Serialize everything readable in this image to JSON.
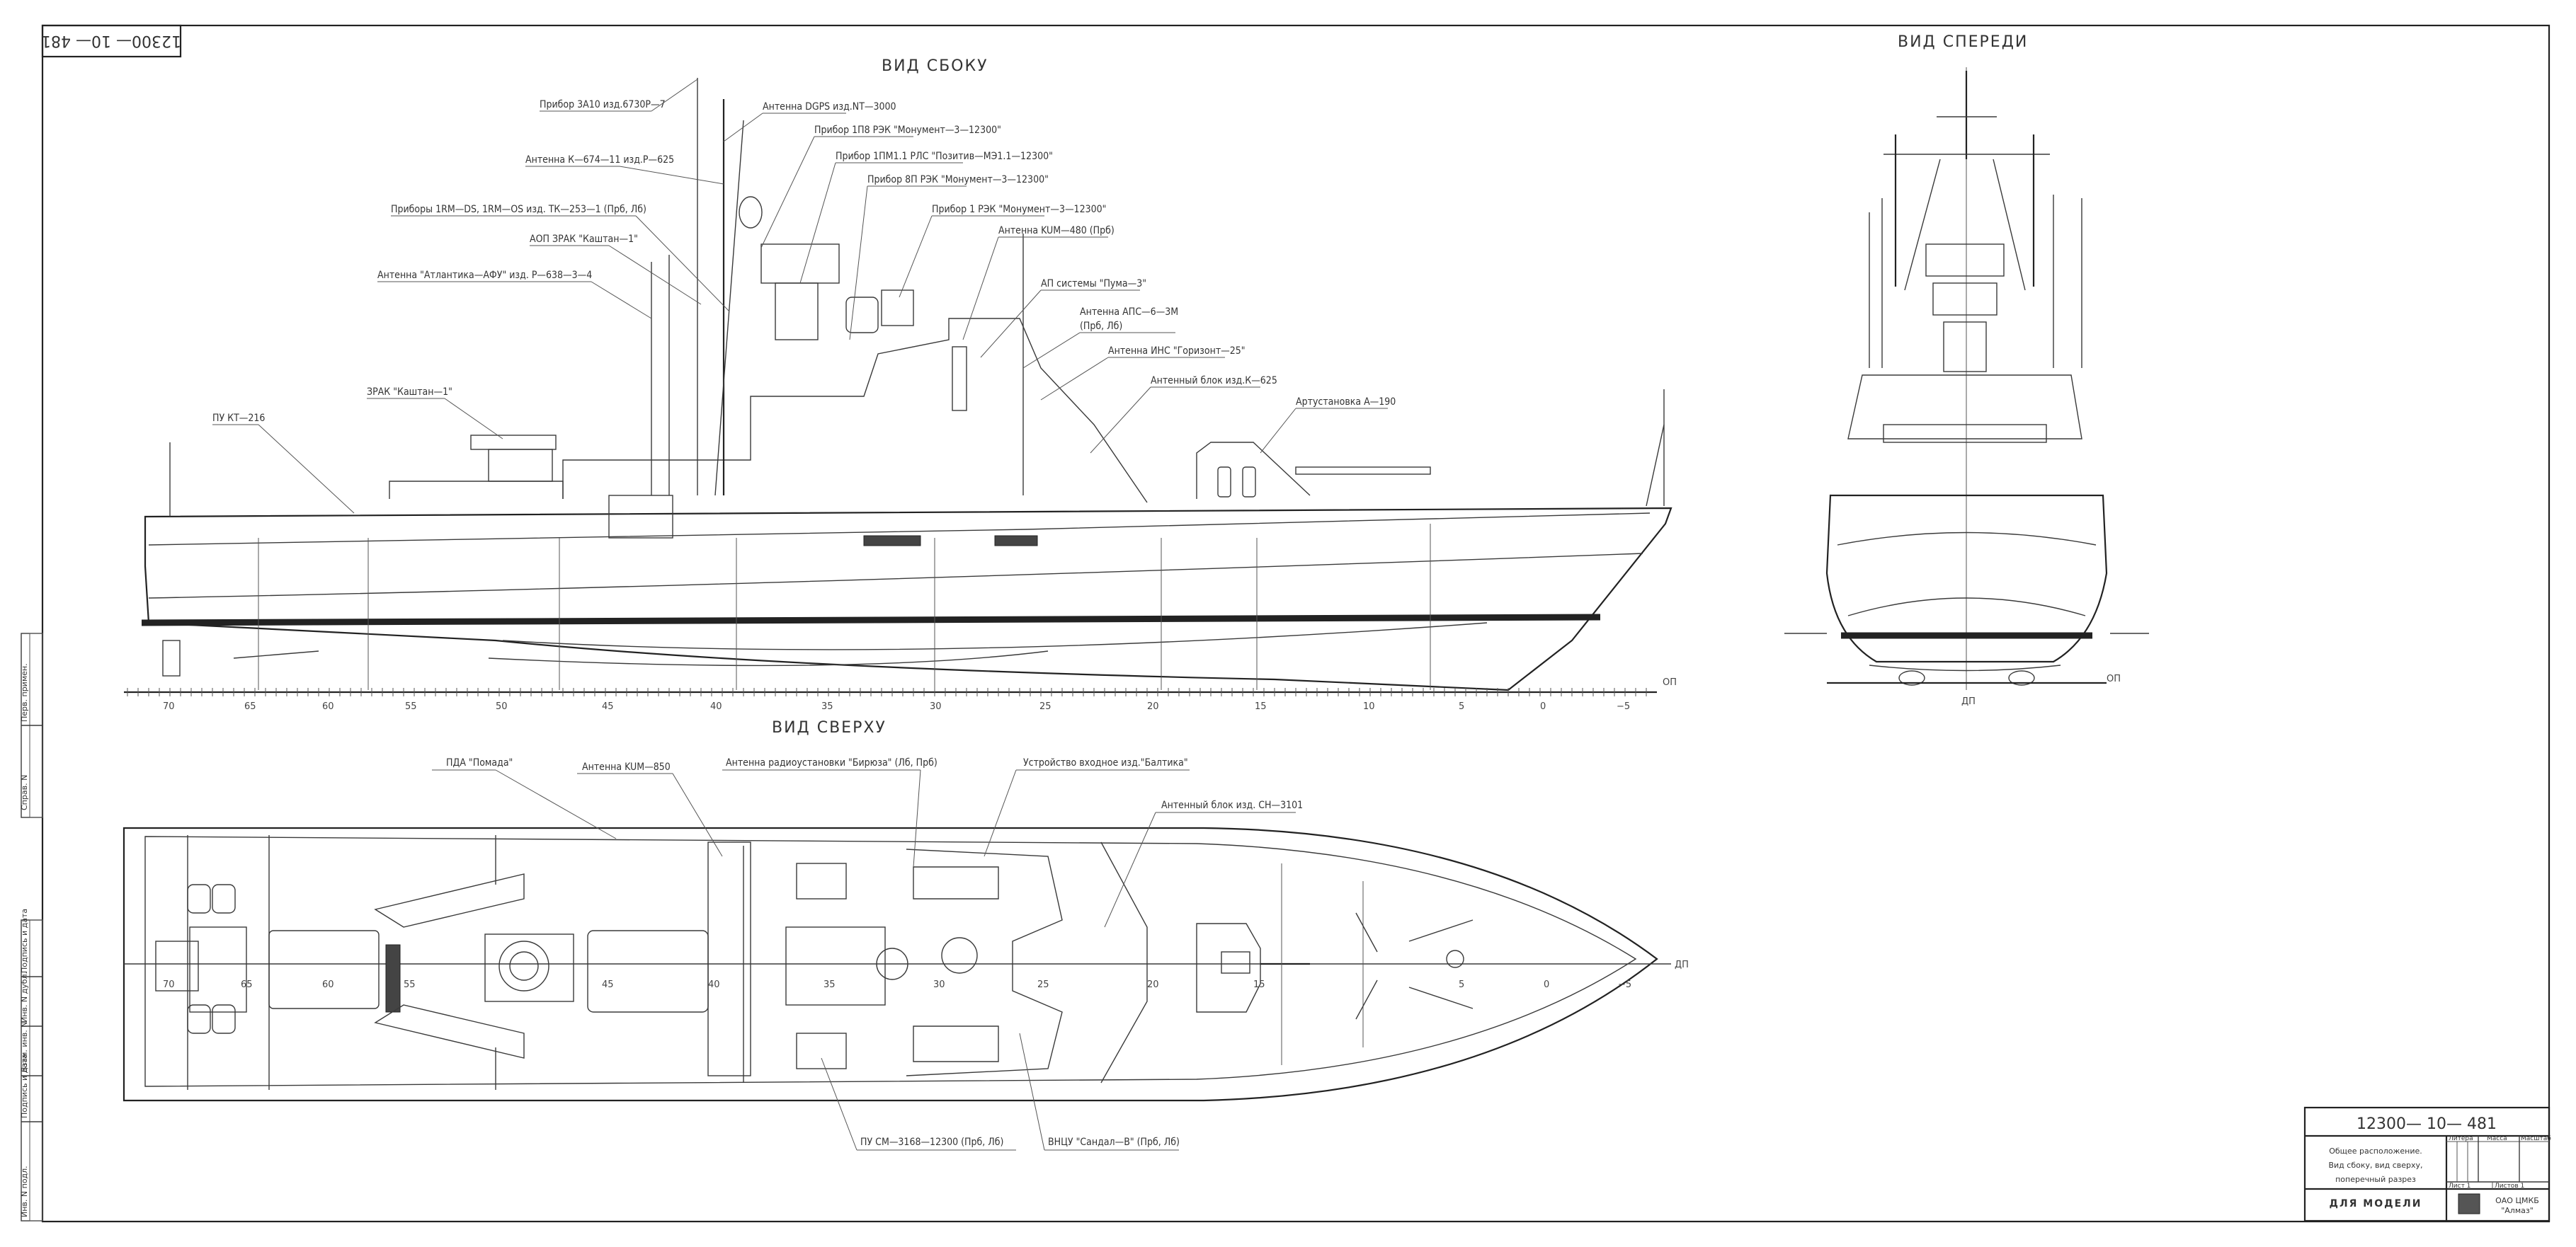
{
  "drawing": {
    "number": "12300— 10— 481",
    "number_rotated": "12300— 10— 481"
  },
  "views": {
    "side": "ВИД  СБОКУ",
    "front": "ВИД  СПЕРЕДИ",
    "top": "ВИД  СВЕРХУ"
  },
  "side_callouts": [
    "Прибор 3А10 изд.6730Р—7",
    "Антенна DGPS изд.NT—3000",
    "Прибор 1П8 РЭК \"Монумент—3—12300\"",
    "Антенна К—674—11 изд.Р—625",
    "Прибор 1ПМ1.1 РЛС \"Позитив—МЭ1.1—12300\"",
    "Прибор 8П РЭК \"Монумент—3—12300\"",
    "Приборы 1RM—DS, 1RM—OS изд. ТК—253—1 (Прб, Лб)",
    "Прибор 1 РЭК \"Монумент—3—12300\"",
    "АОП ЗРАК \"Каштан—1\"",
    "Антенна KUM—480 (Прб)",
    "Антенна \"Атлантика—АФУ\" изд. Р—638—3—4",
    "АП системы \"Пума—3\"",
    "Антенна АПС—6—3М",
    "(Прб, Лб)",
    "Антенна ИНС \"Горизонт—25\"",
    "ЗРАК \"Каштан—1\"",
    "Антенный блок изд.К—625",
    "ПУ КТ—216",
    "Артустановка А—190"
  ],
  "top_callouts": [
    "ПДА \"Помада\"",
    "Антенна KUM—850",
    "Антенна радиоустановки \"Бирюза\" (Лб, Прб)",
    "Устройство входное изд.\"Балтика\"",
    "Антенный блок изд. СН—3101",
    "ПУ СМ—3168—12300 (Прб, Лб)",
    "ВНЦУ \"Сандал—В\" (Прб, Лб)"
  ],
  "scale_ticks": [
    "70",
    "65",
    "60",
    "55",
    "50",
    "45",
    "40",
    "35",
    "30",
    "25",
    "20",
    "15",
    "10",
    "5",
    "0",
    "−5"
  ],
  "plan_frame_labels": [
    "70",
    "65",
    "60",
    "55",
    "45",
    "40",
    "35",
    "30",
    "25",
    "20",
    "15",
    "5",
    "0",
    "−5"
  ],
  "markers": {
    "op_side": "ОП",
    "op_front": "ОП",
    "dp_front": "ДП",
    "dp_top": "ДП"
  },
  "title_block": {
    "number": "12300— 10— 481",
    "desc_line1": "Общее расположение.",
    "desc_line2": "Вид сбоку, вид сверху,",
    "desc_line3": "поперечный разрез",
    "purpose": "ДЛЯ  МОДЕЛИ",
    "col_litera": "Литера",
    "col_massa": "Масса",
    "col_masshtab": "Масштаб",
    "sheet": "Лист  1",
    "sheets": "Листов  1",
    "org_line1": "ОАО ЦМКБ",
    "org_line2": "\"Алмаз\""
  },
  "side_strip": {
    "perv_primen": "Перв. примен.",
    "sprav_n": "Справ. N",
    "inv_podl": "Инв. N подл.",
    "podp_data1": "Подпись и дата",
    "vzam_inv": "Взам. инв. N",
    "inv_dubl": "Инв. N дубл.",
    "podp_data2": "Подпись и дата"
  }
}
